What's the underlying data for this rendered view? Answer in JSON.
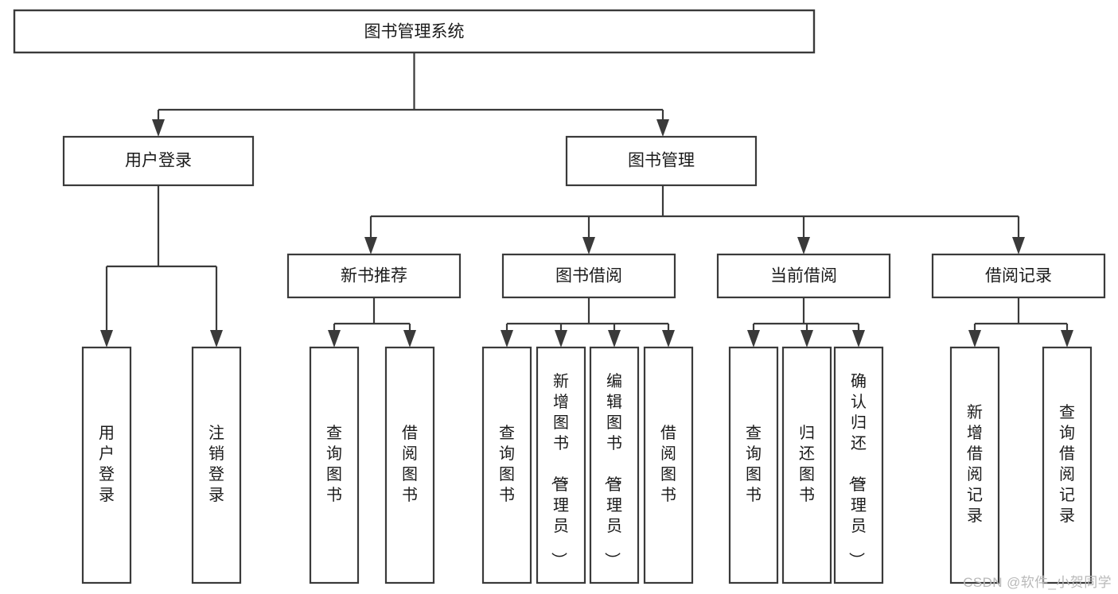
{
  "diagram": {
    "title": "图书管理系统",
    "type": "tree-hierarchy",
    "watermark": "CSDN @软件_小贺同学",
    "colors": {
      "background": "#ffffff",
      "box_fill": "#ffffff",
      "box_stroke": "#3a3a3a",
      "text": "#1b1b1b",
      "watermark": "#b9b9b9"
    },
    "nodes": {
      "root": {
        "label": "图书管理系统",
        "level": 0
      },
      "level1": [
        {
          "id": "user-login",
          "label": "用户登录"
        },
        {
          "id": "book-manage",
          "label": "图书管理"
        }
      ],
      "level2": [
        {
          "id": "new-book-recommend",
          "label": "新书推荐",
          "parent": "book-manage"
        },
        {
          "id": "book-borrow",
          "label": "图书借阅",
          "parent": "book-manage"
        },
        {
          "id": "current-borrow",
          "label": "当前借阅",
          "parent": "book-manage"
        },
        {
          "id": "borrow-record",
          "label": "借阅记录",
          "parent": "book-manage"
        }
      ],
      "leaves": {
        "user-login": [
          {
            "id": "leaf-user-login",
            "label": "用户登录"
          },
          {
            "id": "leaf-logout-login",
            "label": "注销登录"
          }
        ],
        "new-book-recommend": [
          {
            "id": "leaf-query-book-1",
            "label": "查询图书"
          },
          {
            "id": "leaf-borrow-book-1",
            "label": "借阅图书"
          }
        ],
        "book-borrow": [
          {
            "id": "leaf-query-book-2",
            "label": "查询图书"
          },
          {
            "id": "leaf-add-book",
            "label": "新增图书（管理员）"
          },
          {
            "id": "leaf-edit-book",
            "label": "编辑图书（管理员）"
          },
          {
            "id": "leaf-borrow-book-2",
            "label": "借阅图书"
          }
        ],
        "current-borrow": [
          {
            "id": "leaf-query-book-3",
            "label": "查询图书"
          },
          {
            "id": "leaf-return-book",
            "label": "归还图书"
          },
          {
            "id": "leaf-confirm-return",
            "label": "确认归还（管理员）"
          }
        ],
        "borrow-record": [
          {
            "id": "leaf-add-record",
            "label": "新增借阅记录"
          },
          {
            "id": "leaf-query-record",
            "label": "查询借阅记录"
          }
        ]
      }
    }
  }
}
